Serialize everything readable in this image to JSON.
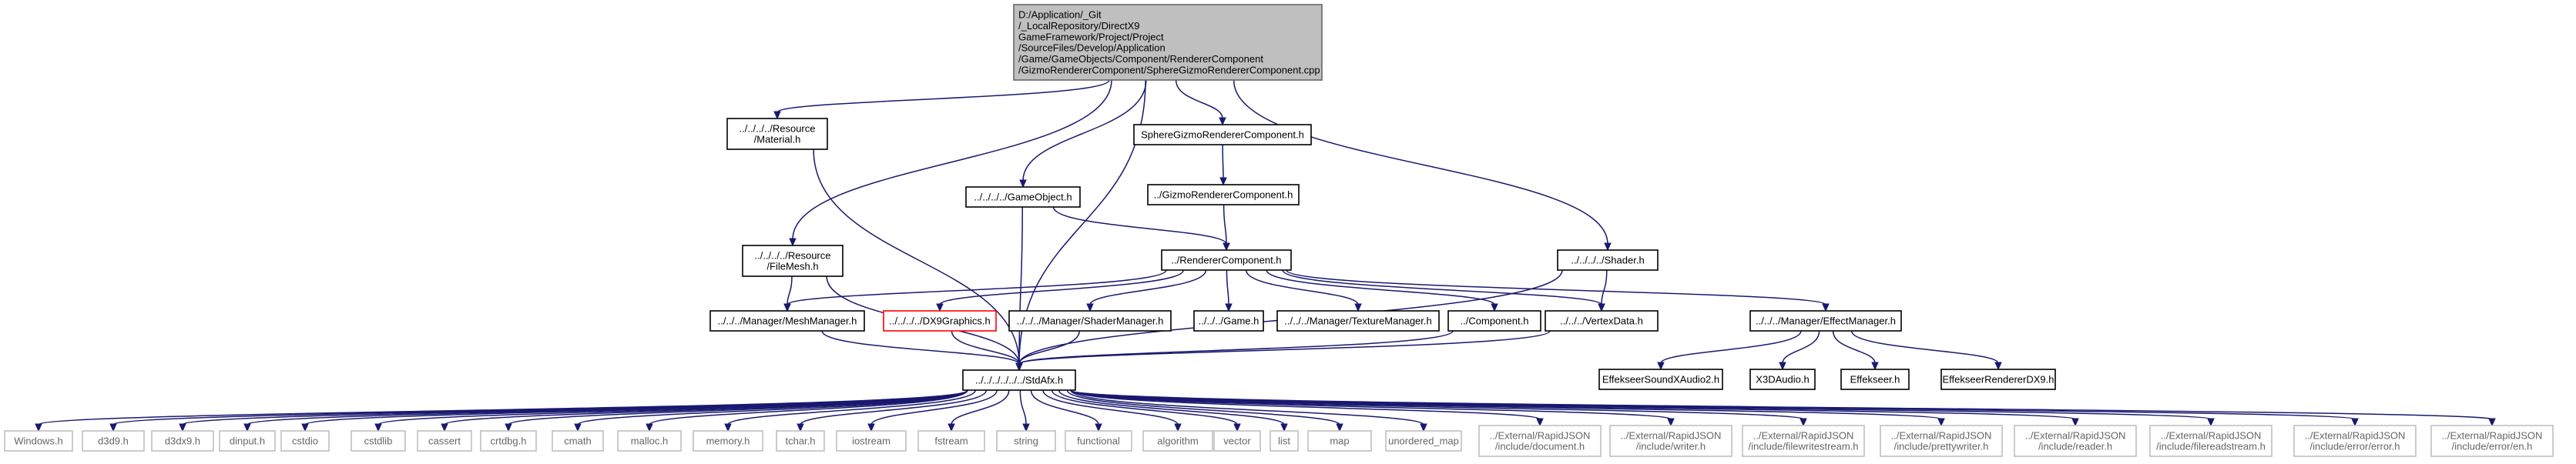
{
  "diagram": {
    "title": "",
    "root": {
      "lines": [
        "D:/Application/_Git",
        "/_LocalRepository/DirectX9",
        "GameFramework/Project/Project",
        "/SourceFiles/Develop/Application",
        "/Game/GameObjects/Component/RendererComponent",
        "/GizmoRendererComponent/SphereGizmoRendererComponent.cpp"
      ]
    },
    "nodes": {
      "material": {
        "lines": [
          "../../../../Resource",
          "/Material.h"
        ]
      },
      "sphere_h": {
        "lines": [
          "SphereGizmoRendererComponent.h"
        ]
      },
      "gizmo_h": {
        "lines": [
          "../GizmoRendererComponent.h"
        ]
      },
      "gameobject": {
        "lines": [
          "../../../../GameObject.h"
        ]
      },
      "filemesh": {
        "lines": [
          "../../../../Resource",
          "/FileMesh.h"
        ]
      },
      "renderer": {
        "lines": [
          "../RendererComponent.h"
        ]
      },
      "shader": {
        "lines": [
          "../../../../Shader.h"
        ]
      },
      "meshmgr": {
        "lines": [
          "../../../Manager/MeshManager.h"
        ]
      },
      "dx9graphics": {
        "lines": [
          "../../../../DX9Graphics.h"
        ]
      },
      "shadermgr": {
        "lines": [
          "../../../Manager/ShaderManager.h"
        ]
      },
      "game": {
        "lines": [
          "../../../Game.h"
        ]
      },
      "texmgr": {
        "lines": [
          "../../../Manager/TextureManager.h"
        ]
      },
      "component": {
        "lines": [
          "../Component.h"
        ]
      },
      "vertexdata": {
        "lines": [
          "../../../VertexData.h"
        ]
      },
      "effectmgr": {
        "lines": [
          "../../../Manager/EffectManager.h"
        ]
      },
      "effsound": {
        "lines": [
          "EffekseerSoundXAudio2.h"
        ]
      },
      "x3daudio": {
        "lines": [
          "X3DAudio.h"
        ]
      },
      "effekseer": {
        "lines": [
          "Effekseer.h"
        ]
      },
      "effrenderer": {
        "lines": [
          "EffekseerRendererDX9.h"
        ]
      },
      "stdafx": {
        "lines": [
          "../../../../../../StdAfx.h"
        ]
      }
    },
    "leaves": [
      {
        "lines": [
          "Windows.h"
        ]
      },
      {
        "lines": [
          "d3d9.h"
        ]
      },
      {
        "lines": [
          "d3dx9.h"
        ]
      },
      {
        "lines": [
          "dinput.h"
        ]
      },
      {
        "lines": [
          "cstdio"
        ]
      },
      {
        "lines": [
          "cstdlib"
        ]
      },
      {
        "lines": [
          "cassert"
        ]
      },
      {
        "lines": [
          "crtdbg.h"
        ]
      },
      {
        "lines": [
          "cmath"
        ]
      },
      {
        "lines": [
          "malloc.h"
        ]
      },
      {
        "lines": [
          "memory.h"
        ]
      },
      {
        "lines": [
          "tchar.h"
        ]
      },
      {
        "lines": [
          "iostream"
        ]
      },
      {
        "lines": [
          "fstream"
        ]
      },
      {
        "lines": [
          "string"
        ]
      },
      {
        "lines": [
          "functional"
        ]
      },
      {
        "lines": [
          "algorithm"
        ]
      },
      {
        "lines": [
          "vector"
        ]
      },
      {
        "lines": [
          "list"
        ]
      },
      {
        "lines": [
          "map"
        ]
      },
      {
        "lines": [
          "unordered_map"
        ]
      },
      {
        "lines": [
          "../External/RapidJSON",
          "/include/document.h"
        ]
      },
      {
        "lines": [
          "../External/RapidJSON",
          "/include/writer.h"
        ]
      },
      {
        "lines": [
          "../External/RapidJSON",
          "/include/filewritestream.h"
        ]
      },
      {
        "lines": [
          "../External/RapidJSON",
          "/include/prettywriter.h"
        ]
      },
      {
        "lines": [
          "../External/RapidJSON",
          "/include/reader.h"
        ]
      },
      {
        "lines": [
          "../External/RapidJSON",
          "/include/filereadstream.h"
        ]
      },
      {
        "lines": [
          "../External/RapidJSON",
          "/include/error/error.h"
        ]
      },
      {
        "lines": [
          "../External/RapidJSON",
          "/include/error/en.h"
        ]
      }
    ],
    "edges": [
      [
        "root",
        "material"
      ],
      [
        "root",
        "gameobject"
      ],
      [
        "root",
        "filemesh"
      ],
      [
        "root",
        "sphere_h"
      ],
      [
        "root",
        "shader"
      ],
      [
        "root",
        "stdafx"
      ],
      [
        "sphere_h",
        "gizmo_h"
      ],
      [
        "gizmo_h",
        "renderer"
      ],
      [
        "gameobject",
        "renderer"
      ],
      [
        "gameobject",
        "stdafx"
      ],
      [
        "material",
        "stdafx"
      ],
      [
        "filemesh",
        "stdafx"
      ],
      [
        "filemesh",
        "meshmgr"
      ],
      [
        "renderer",
        "meshmgr"
      ],
      [
        "renderer",
        "dx9graphics"
      ],
      [
        "renderer",
        "shadermgr"
      ],
      [
        "renderer",
        "game"
      ],
      [
        "renderer",
        "texmgr"
      ],
      [
        "renderer",
        "component"
      ],
      [
        "renderer",
        "vertexdata"
      ],
      [
        "renderer",
        "effectmgr"
      ],
      [
        "shader",
        "vertexdata"
      ],
      [
        "shader",
        "stdafx"
      ],
      [
        "meshmgr",
        "stdafx"
      ],
      [
        "dx9graphics",
        "stdafx"
      ],
      [
        "shadermgr",
        "stdafx"
      ],
      [
        "component",
        "stdafx"
      ],
      [
        "vertexdata",
        "stdafx"
      ],
      [
        "effectmgr",
        "effsound"
      ],
      [
        "effectmgr",
        "x3daudio"
      ],
      [
        "effectmgr",
        "effekseer"
      ],
      [
        "effectmgr",
        "effrenderer"
      ]
    ],
    "colors": {
      "edge": "#191970",
      "root_fill": "#bfbfbf",
      "missing_border": "#ff0000",
      "leaf_border": "#bfbfbf",
      "leaf_text": "#666666"
    }
  }
}
